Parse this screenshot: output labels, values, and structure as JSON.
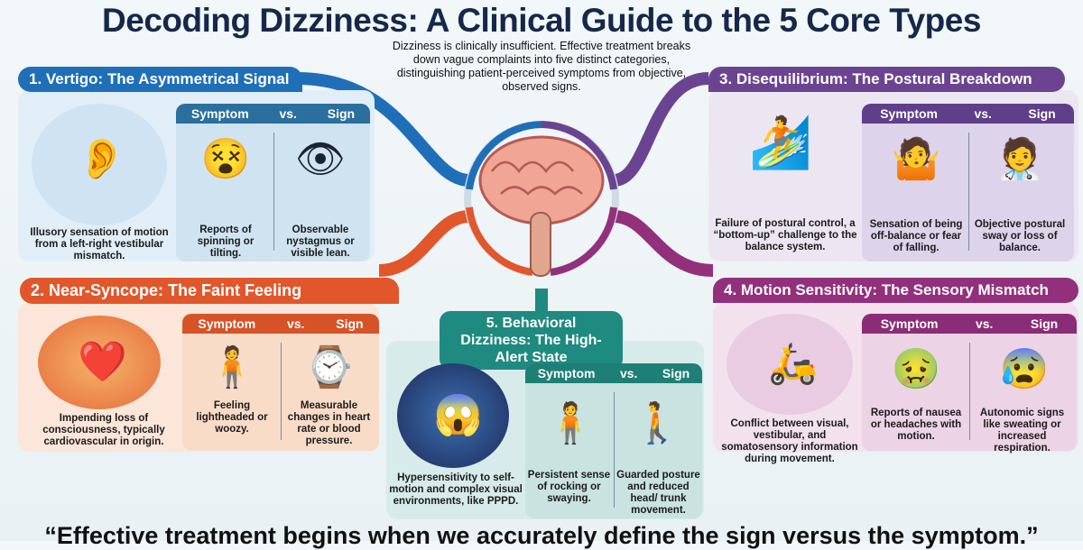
{
  "title": "Decoding Dizziness: A Clinical Guide to the 5 Core Types",
  "intro": "Dizziness is clinically insufficient. Effective treatment breaks down vague complaints into five distinct categories, distinguishing patient-perceived symptoms from objective, observed signs.",
  "colors": {
    "vertigo": "#1f6fb8",
    "near_syncope": "#e1572b",
    "disequilibrium": "#6a4491",
    "motion_sensitivity": "#93307c",
    "behavioral": "#1e8a80",
    "title": "#16284a"
  },
  "panels": [
    {
      "id": "vertigo",
      "title": "1. Vertigo: The Asymmetrical Signal",
      "description": "Illusory sensation of motion from a left-right vestibular mismatch.",
      "symptom_label": "Symptom",
      "vs": "vs.",
      "sign_label": "Sign",
      "symptom": "Reports of spinning or tilting.",
      "sign": "Observable nystagmus or visible lean.",
      "icons": [
        "inner-ear-icon",
        "dizzy-woman-icon",
        "eye-lean-icon"
      ]
    },
    {
      "id": "near_syncope",
      "title": "2. Near-Syncope: The Faint Feeling",
      "description": "Impending loss of consciousness, typically cardiovascular in origin.",
      "symptom_label": "Symptom",
      "vs": "vs.",
      "sign_label": "Sign",
      "symptom": "Feeling lightheaded or woozy.",
      "sign": "Measurable changes in heart rate or blood pressure.",
      "icons": [
        "heart-body-icon",
        "lightheaded-man-icon",
        "heart-monitor-icon"
      ]
    },
    {
      "id": "disequilibrium",
      "title": "3. Disequilibrium: The Postural Breakdown",
      "description": "Failure of postural control, a “bottom-up” challenge to the balance system.",
      "symptom_label": "Symptom",
      "vs": "vs.",
      "sign_label": "Sign",
      "symptom": "Sensation of being off-balance or fear of falling.",
      "sign": "Objective postural sway or loss of balance.",
      "icons": [
        "balance-board-icon",
        "confused-man-icon",
        "clinician-observing-icon"
      ]
    },
    {
      "id": "motion_sensitivity",
      "title": "4. Motion Sensitivity: The Sensory Mismatch",
      "description": "Conflict between visual, vestibular, and somatosensory information during movement.",
      "symptom_label": "Symptom",
      "vs": "vs.",
      "sign_label": "Sign",
      "symptom": "Reports of nausea or headaches with motion.",
      "sign": "Autonomic signs like sweating or increased respiration.",
      "icons": [
        "sensory-conflict-icon",
        "nauseous-woman-icon",
        "sweating-man-icon"
      ]
    },
    {
      "id": "behavioral",
      "title": "5. Behavioral Dizziness: The High-Alert State",
      "description": "Hypersensitivity to self-motion and complex visual environments, like PPPD.",
      "symptom_label": "Symptom",
      "vs": "vs.",
      "sign_label": "Sign",
      "symptom": "Persistent sense of rocking or swaying.",
      "sign": "Guarded posture and reduced head/ trunk movement.",
      "icons": [
        "anxious-man-icon",
        "swaying-man-icon",
        "guarded-walk-icon"
      ]
    }
  ],
  "quote": "“Effective treatment begins when we accurately define the sign versus the symptom.”"
}
